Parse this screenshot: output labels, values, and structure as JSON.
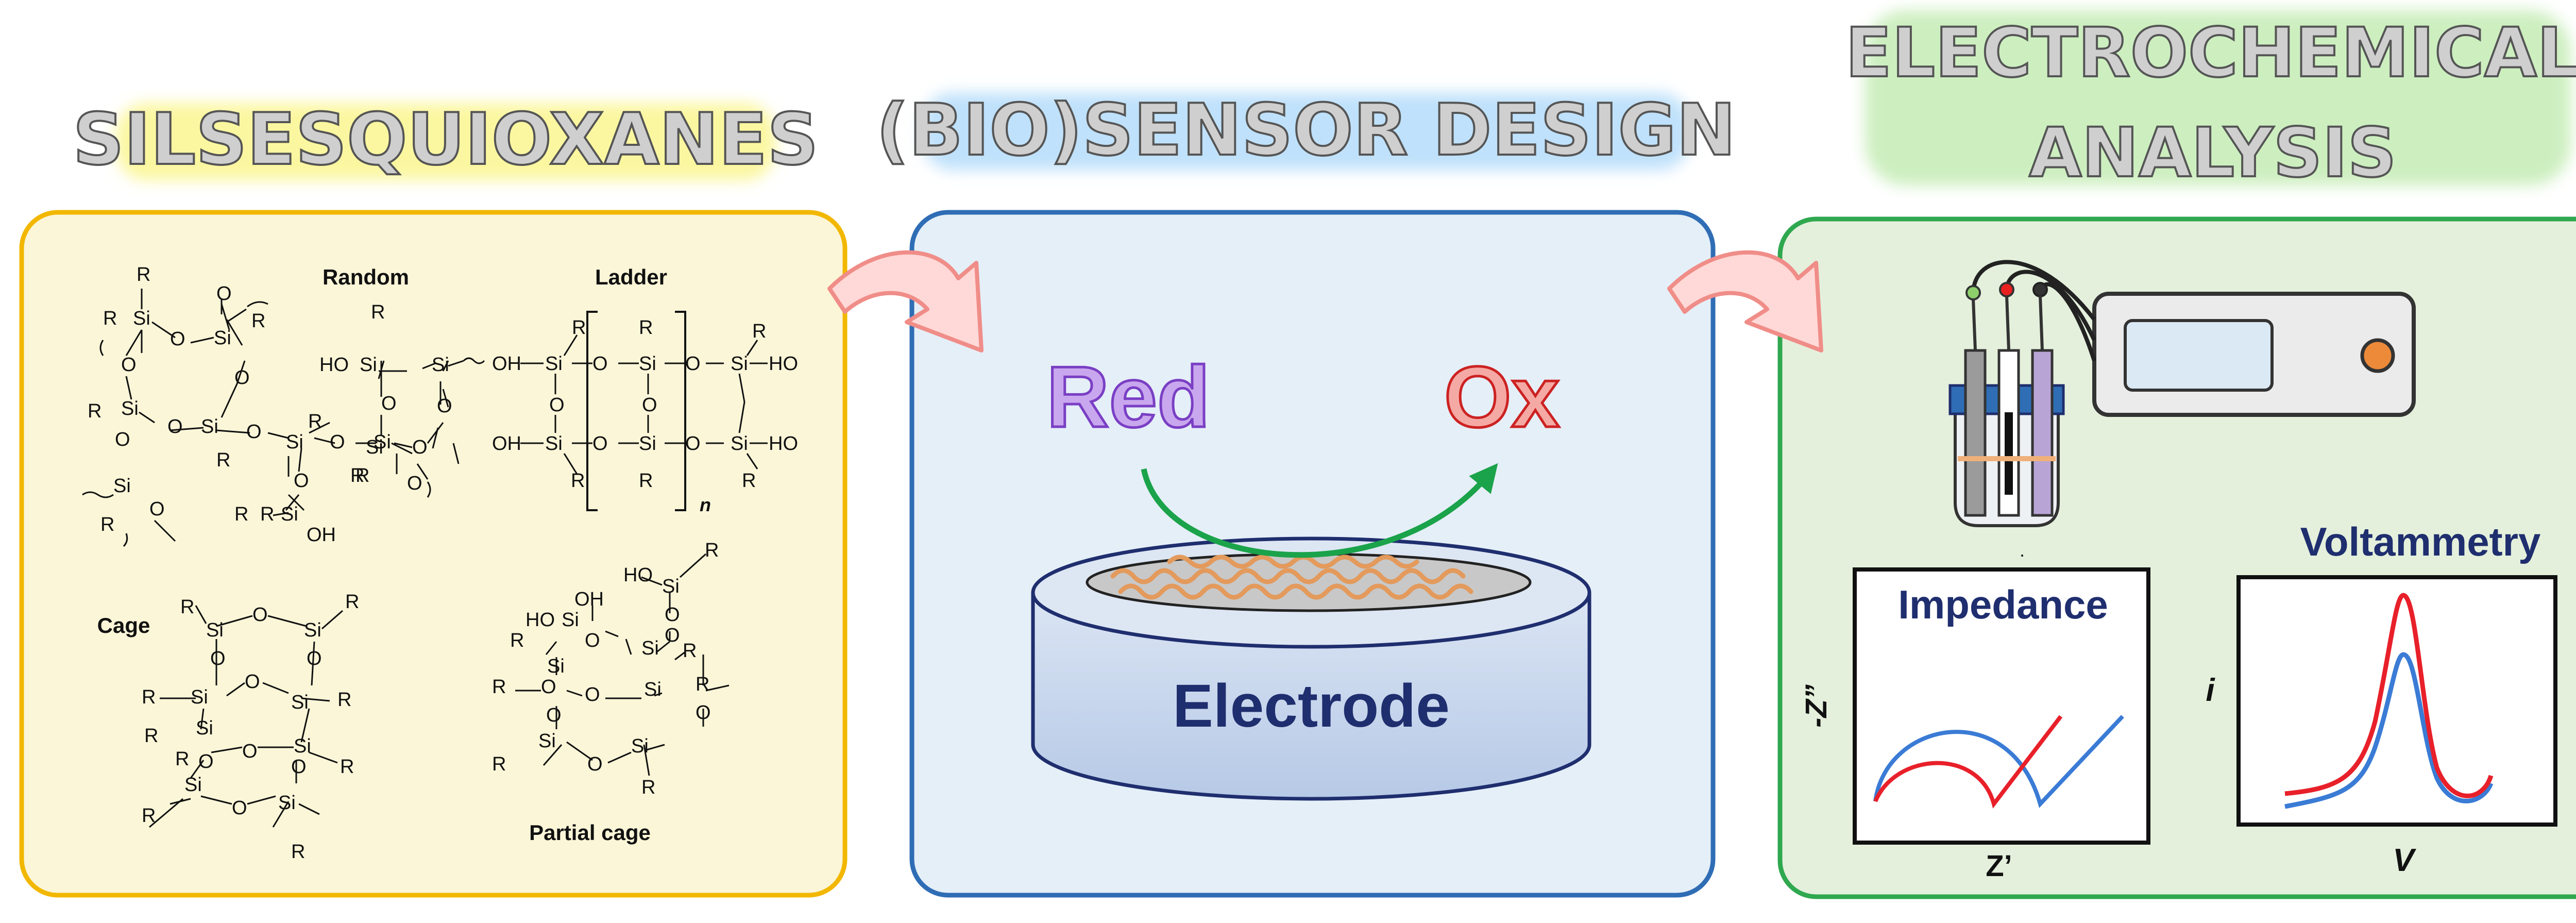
{
  "headings": {
    "silsesquioxanes": "SILSESQUIOXANES",
    "biosensor": "(BIO)SENSOR DESIGN",
    "electrochemical_line1": "ELECTROCHEMICAL",
    "electrochemical_line2": "ANALYSIS"
  },
  "structures": {
    "random": "Random",
    "ladder": "Ladder",
    "cage": "Cage",
    "partial_cage": "Partial cage",
    "ladder_n": "n"
  },
  "sensor": {
    "red": "Red",
    "ox": "Ox",
    "electrode": "Electrode"
  },
  "analysis": {
    "impedance": "Impedance",
    "voltammetry": "Voltammetry",
    "impedance_y": "-Z”",
    "impedance_x": "Z’",
    "voltammetry_y": "i",
    "voltammetry_x": "V",
    "dot": "."
  },
  "colors": {
    "panel1_fill": "#fbf6d8",
    "panel1_border": "#f2b700",
    "panel2_fill": "#e5eff8",
    "panel2_border": "#2f6db5",
    "panel3_fill": "#e4f0dc",
    "panel3_border": "#2fa84f",
    "arrow": "#f4a6a3",
    "red_text": "#7a3fc4",
    "ox_text": "#cc2222",
    "electrode_text": "#1f2e6e",
    "plot_title": "#1f2e6e",
    "curve_red": "#e8202a",
    "curve_blue": "#3a7bd5"
  }
}
